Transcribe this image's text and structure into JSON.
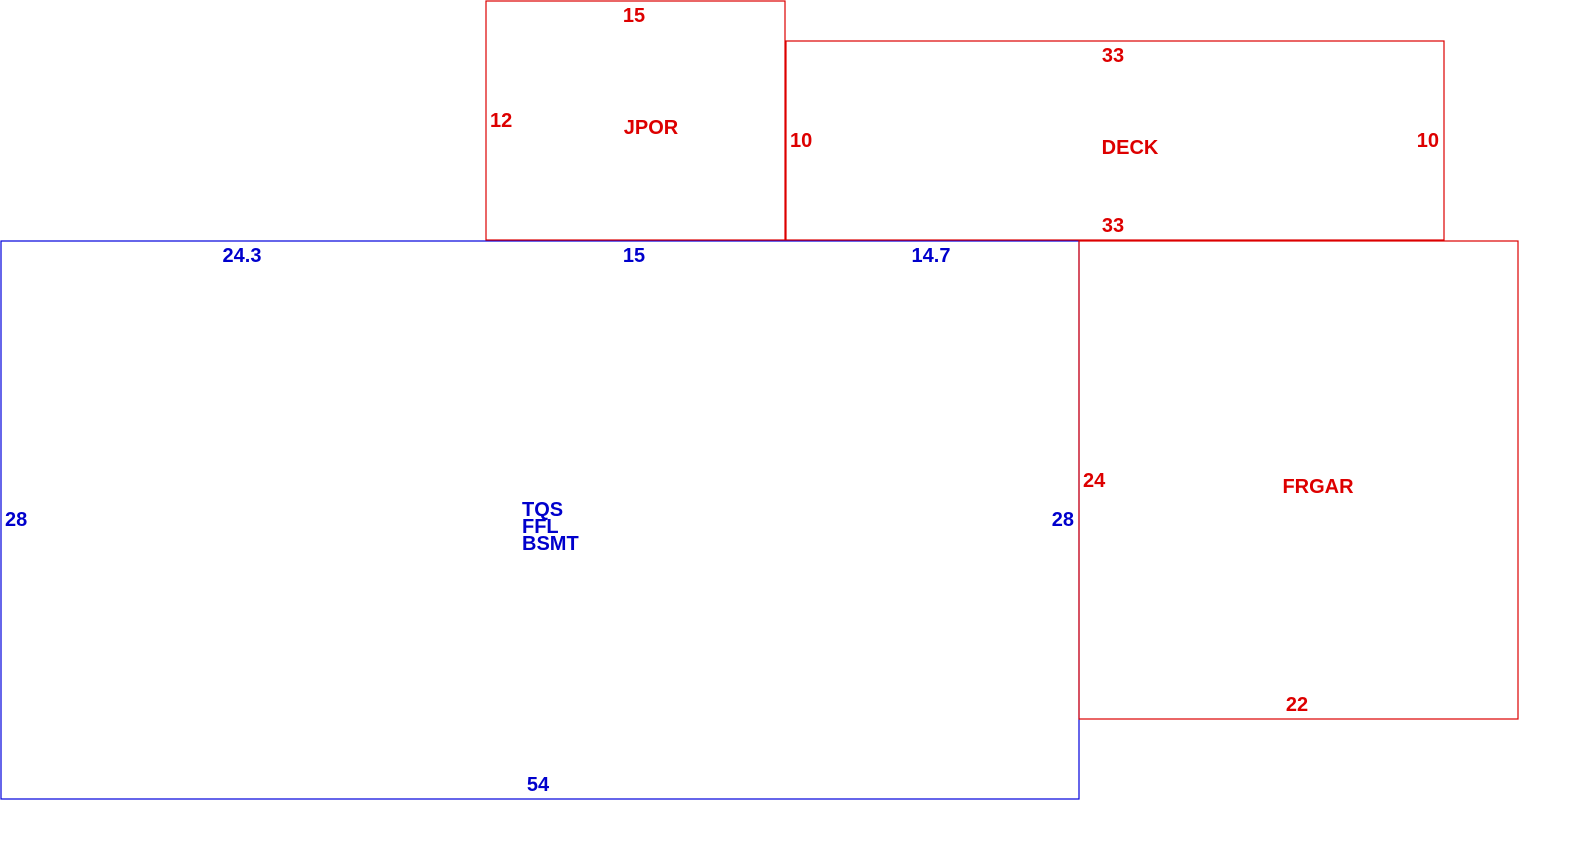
{
  "colors": {
    "main": "#0000cc",
    "addition": "#dd0000"
  },
  "sketch": {
    "main": {
      "labels": [
        "TQS",
        "FFL",
        "BSMT"
      ],
      "dims": {
        "top_left": "24.3",
        "top_mid": "15",
        "top_right": "14.7",
        "left": "28",
        "right": "28",
        "bottom": "54"
      }
    },
    "jpor": {
      "label": "JPOR",
      "dims": {
        "top": "15",
        "left": "12"
      }
    },
    "deck": {
      "label": "DECK",
      "dims": {
        "top": "33",
        "bottom": "33",
        "left": "10",
        "right": "10"
      }
    },
    "frgar": {
      "label": "FRGAR",
      "dims": {
        "left": "24",
        "bottom": "22"
      }
    }
  }
}
